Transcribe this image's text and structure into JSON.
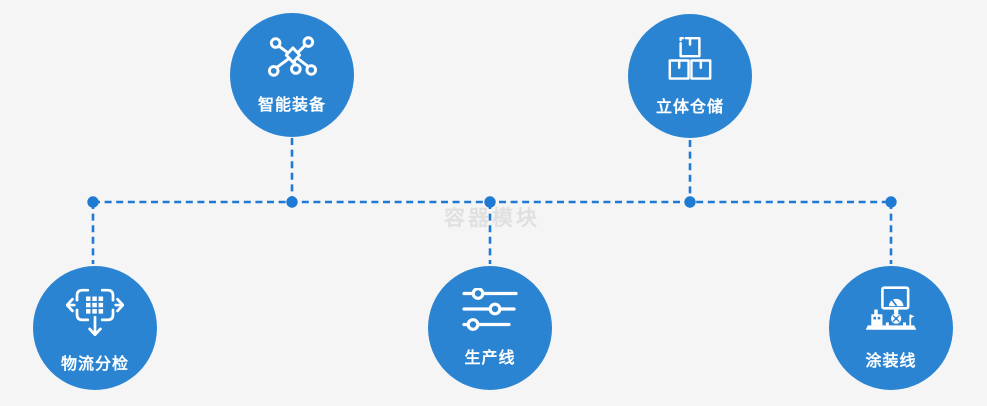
{
  "colors": {
    "accent": "#2b84d1",
    "connector": "#1f7ad3",
    "bg": "#f5f5f6",
    "watermark": "#cfcfcf"
  },
  "watermark": {
    "text": "容器模块"
  },
  "nodes": [
    {
      "label": "智能装备",
      "icon": "network-nodes-icon"
    },
    {
      "label": "立体仓储",
      "icon": "stacked-boxes-icon"
    },
    {
      "label": "物流分检",
      "icon": "sorting-arrows-icon"
    },
    {
      "label": "生产线",
      "icon": "sliders-icon"
    },
    {
      "label": "涂装线",
      "icon": "workstation-monitor-icon"
    }
  ]
}
